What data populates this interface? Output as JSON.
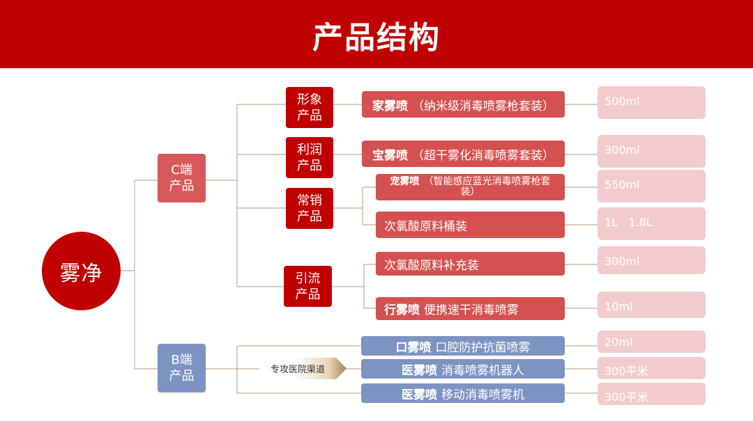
{
  "header": {
    "title": "产品结构"
  },
  "root": {
    "label": "雾净"
  },
  "categories": [
    {
      "label_line1": "C端",
      "label_line2": "产品"
    },
    {
      "label_line1": "B端",
      "label_line2": "产品"
    }
  ],
  "subcategories": [
    {
      "line1": "形象",
      "line2": "产品"
    },
    {
      "line1": "利润",
      "line2": "产品"
    },
    {
      "line1": "常销",
      "line2": "产品"
    },
    {
      "line1": "引流",
      "line2": "产品"
    }
  ],
  "products": [
    {
      "name": "家雾喷",
      "desc": "（纳米级消毒喷雾枪套装）",
      "capacity": "500ml"
    },
    {
      "name": "宝雾喷",
      "desc": "（超干雾化消毒喷雾套装）",
      "capacity": "300ml"
    },
    {
      "name": "宠雾喷",
      "desc": "（智能感应蓝光消毒喷雾枪套",
      "desc2": "装）",
      "capacity": "550ml"
    },
    {
      "name": "",
      "desc": "次氯酸原料桶装",
      "capacity": "1L   1.8L"
    },
    {
      "name": "",
      "desc": "次氯酸原料补充装",
      "capacity": "300ml"
    },
    {
      "name": "行雾喷",
      "desc": "便携速干消毒喷雾",
      "capacity": "10ml"
    },
    {
      "name": "口雾喷",
      "desc": "口腔防护抗菌喷雾",
      "capacity": "20ml"
    },
    {
      "name": "医雾喷",
      "desc": "消毒喷雾机器人",
      "capacity": "300平米"
    },
    {
      "name": "医雾喷",
      "desc": "移动消毒喷雾机",
      "capacity": "300平米"
    }
  ],
  "channel": {
    "label": "专攻医院渠道"
  },
  "colors": {
    "primary_red": "#c00000",
    "product_red": "#d55050",
    "b_blue": "#7d93c2",
    "capacity_pink": "#f2cccc",
    "connector": "#b49a78"
  }
}
